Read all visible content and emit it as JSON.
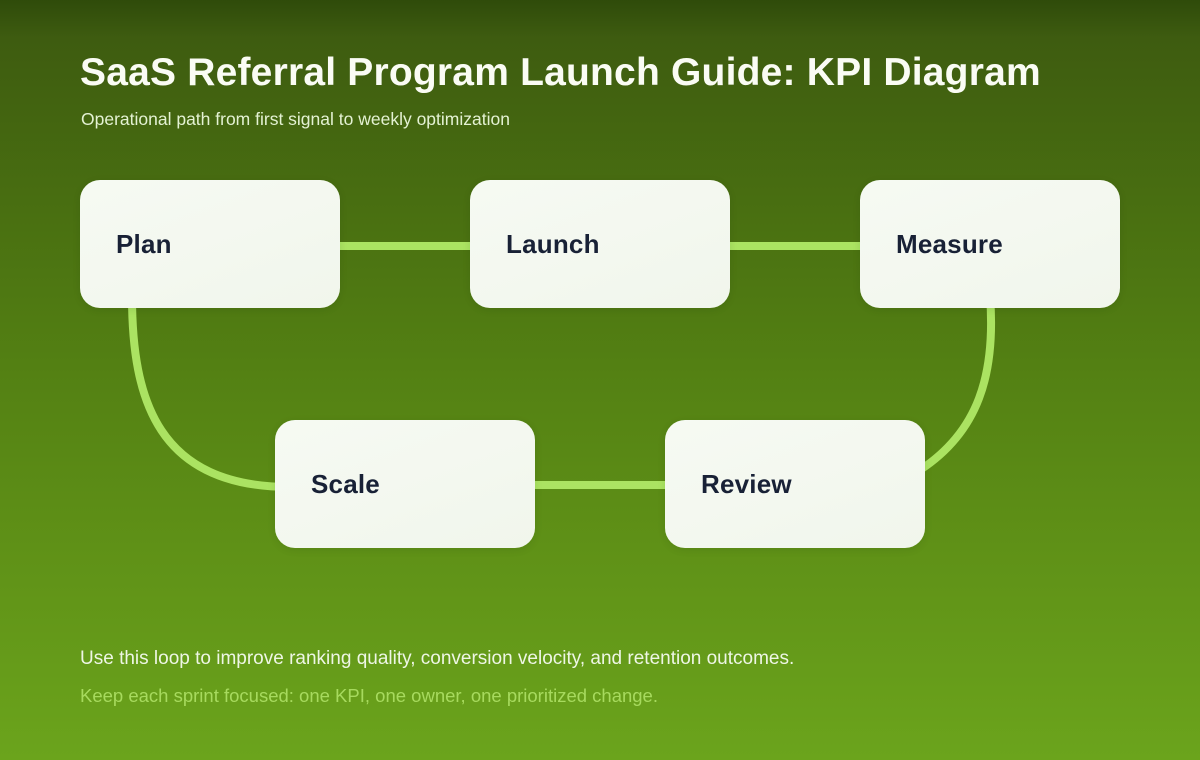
{
  "header": {
    "title": "SaaS Referral Program Launch Guide: KPI Diagram",
    "subtitle": "Operational path from first signal to weekly optimization"
  },
  "diagram": {
    "type": "cycle-flowchart",
    "nodes": [
      {
        "id": "plan",
        "label": "Plan"
      },
      {
        "id": "launch",
        "label": "Launch"
      },
      {
        "id": "measure",
        "label": "Measure"
      },
      {
        "id": "scale",
        "label": "Scale"
      },
      {
        "id": "review",
        "label": "Review"
      }
    ],
    "connectors": [
      {
        "from": "plan",
        "to": "launch"
      },
      {
        "from": "launch",
        "to": "measure"
      },
      {
        "from": "measure",
        "to": "review"
      },
      {
        "from": "review",
        "to": "scale"
      },
      {
        "from": "scale",
        "to": "plan"
      }
    ],
    "colors": {
      "connector": "#abe362",
      "node_background": "#f3f7ef",
      "node_text": "#182136"
    }
  },
  "footer": {
    "line1": "Use this loop to improve ranking quality, conversion velocity, and retention outcomes.",
    "line2": "Keep each sprint focused: one KPI, one owner, one prioritized change."
  },
  "background": {
    "gradient_top": "#2f4b0a",
    "gradient_middle": "#538013",
    "gradient_bottom": "#6ba41c"
  }
}
